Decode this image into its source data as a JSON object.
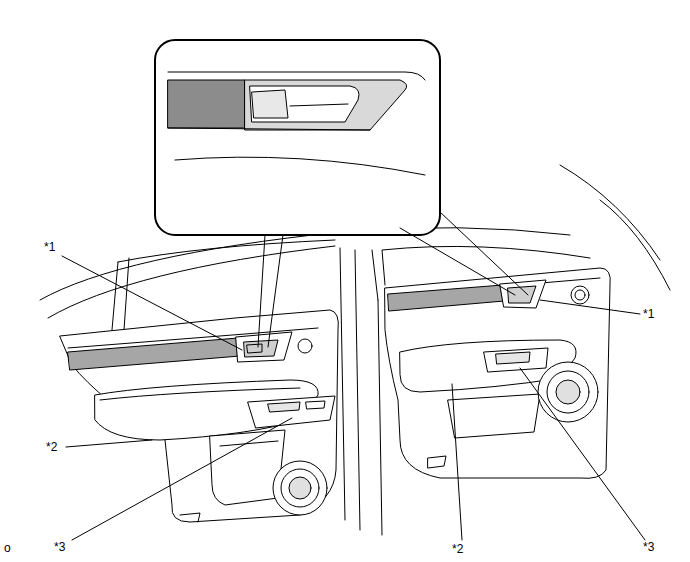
{
  "diagram": {
    "labels": [
      "*1",
      "*1",
      "*2",
      "*2",
      "*3",
      "*3",
      "o"
    ]
  }
}
